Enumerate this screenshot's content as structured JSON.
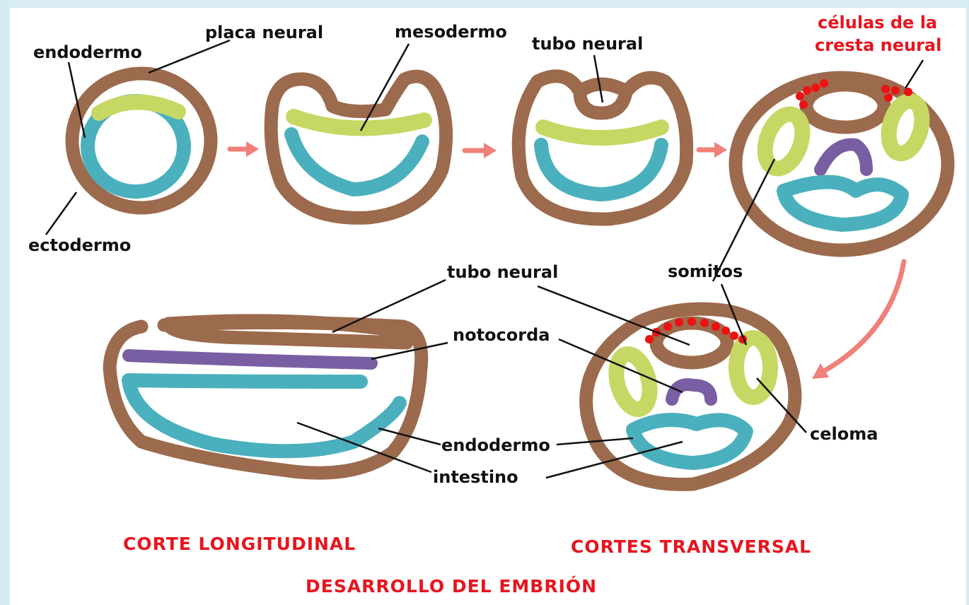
{
  "labels": {
    "endodermo_top": "endodermo",
    "placa_neural": "placa neural",
    "mesodermo": "mesodermo",
    "tubo_neural_top": "tubo neural",
    "celulas_line1": "células de la",
    "celulas_line2": "cresta neural",
    "ectodermo": "ectodermo",
    "tubo_neural_mid": "tubo neural",
    "somitos": "somitos",
    "notocorda": "notocorda",
    "endodermo_bottom": "endodermo",
    "intestino": "intestino",
    "celoma": "celoma"
  },
  "captions": {
    "longitudinal": "CORTE LONGITUDINAL",
    "transversal": "CORTES TRANSVERSAL",
    "title": "DESARROLLO DEL EMBRIÓN"
  },
  "colors": {
    "background": "#d7ebf4",
    "ectoderm": "#9c6a4c",
    "endoderm": "#4bb0bd",
    "mesoderm": "#c7d763",
    "notochord": "#7a5ea3",
    "neural_crest": "#ee1111",
    "arrows": "#f08078",
    "caption_red": "#e8141e"
  }
}
